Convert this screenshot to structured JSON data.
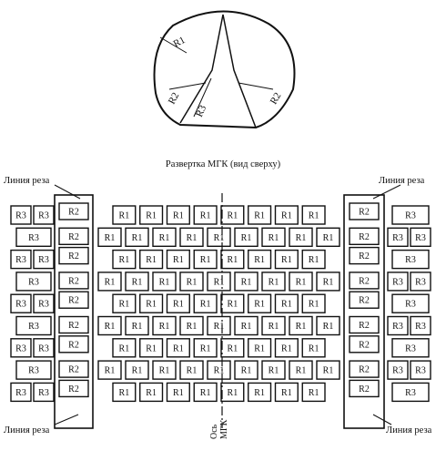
{
  "caption": "Развертка МГК (вид сверху)",
  "top_view": {
    "labels": [
      "R1",
      "R2",
      "R3",
      "R2"
    ]
  },
  "cut_line_label": "Линия реза",
  "axis_label_line1": "Ось",
  "axis_label_line2": "МГК",
  "grid": {
    "left_block_rows": [
      [
        "R3",
        "R3"
      ],
      [
        "R3"
      ],
      [
        "R3",
        "R3"
      ],
      [
        "R3"
      ],
      [
        "R3",
        "R3"
      ],
      [
        "R3"
      ],
      [
        "R3",
        "R3"
      ],
      [
        "R3"
      ],
      [
        "R3",
        "R3"
      ]
    ],
    "left_strip_label": "R2",
    "left_strip_rows": 9,
    "center_rows": [
      [
        "R1",
        "R1",
        "R1",
        "R1",
        "R1",
        "R1",
        "R1",
        "R1"
      ],
      [
        "R1",
        "R1",
        "R1",
        "R1",
        "R1",
        "R1",
        "R1",
        "R1",
        "R1"
      ],
      [
        "R1",
        "R1",
        "R1",
        "R1",
        "R1",
        "R1",
        "R1",
        "R1"
      ],
      [
        "R1",
        "R1",
        "R1",
        "R1",
        "R1",
        "R1",
        "R1",
        "R1",
        "R1"
      ],
      [
        "R1",
        "R1",
        "R1",
        "R1",
        "R1",
        "R1",
        "R1",
        "R1"
      ],
      [
        "R1",
        "R1",
        "R1",
        "R1",
        "R1",
        "R1",
        "R1",
        "R1",
        "R1"
      ],
      [
        "R1",
        "R1",
        "R1",
        "R1",
        "R1",
        "R1",
        "R1",
        "R1"
      ],
      [
        "R1",
        "R1",
        "R1",
        "R1",
        "R1",
        "R1",
        "R1",
        "R1",
        "R1"
      ],
      [
        "R1",
        "R1",
        "R1",
        "R1",
        "R1",
        "R1",
        "R1",
        "R1"
      ]
    ],
    "right_strip_label": "R2",
    "right_strip_rows": 9,
    "right_block_rows": [
      [
        "R3"
      ],
      [
        "R3",
        "R3"
      ],
      [
        "R3"
      ],
      [
        "R3",
        "R3"
      ],
      [
        "R3"
      ],
      [
        "R3",
        "R3"
      ],
      [
        "R3"
      ],
      [
        "R3",
        "R3"
      ],
      [
        "R3"
      ]
    ]
  }
}
